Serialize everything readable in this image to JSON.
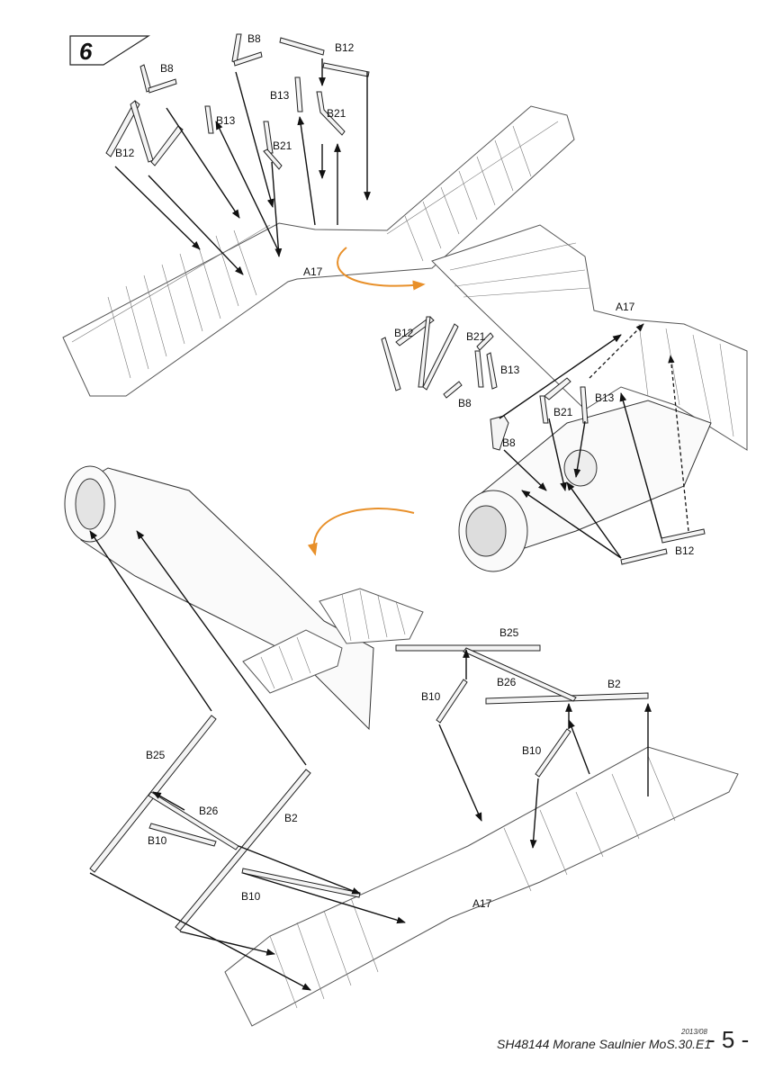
{
  "step": "6",
  "labels": {
    "B8": "B8",
    "B12": "B12",
    "B13": "B13",
    "B21": "B21",
    "A17": "A17",
    "B25": "B25",
    "B26": "B26",
    "B2": "B2",
    "B10": "B10"
  },
  "footer": {
    "code": "SH48144 Morane Saulnier MoS.30.E1",
    "date": "2013/08",
    "page": "- 5 -"
  },
  "colors": {
    "line": "#111111",
    "arrow_orange": "#e8902a",
    "panel": "#ffffff"
  }
}
